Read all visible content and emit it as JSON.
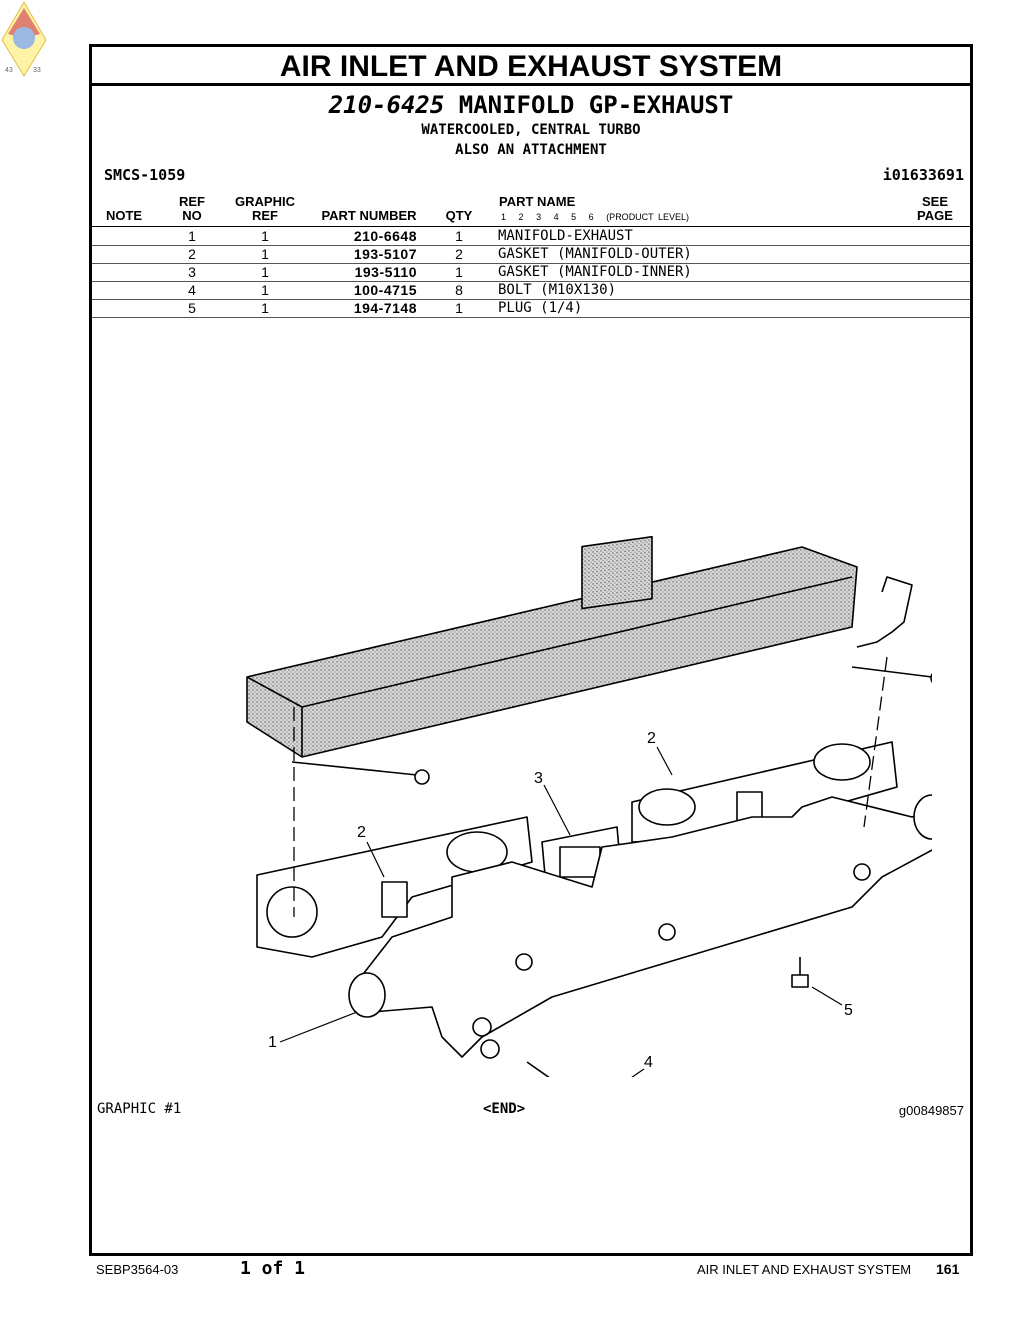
{
  "page": {
    "title": "AIR INLET AND EXHAUST SYSTEM",
    "group_number": "210-6425",
    "group_name": "MANIFOLD GP-EXHAUST",
    "subtitle_1": "WATERCOOLED, CENTRAL TURBO",
    "subtitle_2": "ALSO AN ATTACHMENT",
    "smcs": "SMCS-1059",
    "info_id": "i01633691"
  },
  "table": {
    "headers": {
      "note": "NOTE",
      "ref_1": "REF",
      "ref_2": "NO",
      "graphic_1": "GRAPHIC",
      "graphic_2": "REF",
      "part_number": "PART NUMBER",
      "qty": "QTY",
      "part_name": "PART NAME",
      "see_1": "SEE",
      "see_2": "PAGE"
    },
    "levels": [
      "1",
      "2",
      "3",
      "4",
      "5",
      "6"
    ],
    "levels_label": "(PRODUCT LEVEL)",
    "rows": [
      {
        "ref": "1",
        "graphic_ref": "1",
        "part_number": "210-6648",
        "qty": "1",
        "name": "MANIFOLD-EXHAUST"
      },
      {
        "ref": "2",
        "graphic_ref": "1",
        "part_number": "193-5107",
        "qty": "2",
        "name": "GASKET (MANIFOLD-OUTER)"
      },
      {
        "ref": "3",
        "graphic_ref": "1",
        "part_number": "193-5110",
        "qty": "1",
        "name": "GASKET (MANIFOLD-INNER)"
      },
      {
        "ref": "4",
        "graphic_ref": "1",
        "part_number": "100-4715",
        "qty": "8",
        "name": "BOLT (M10X130)"
      },
      {
        "ref": "5",
        "graphic_ref": "1",
        "part_number": "194-7148",
        "qty": "1",
        "name": "PLUG (1/4)"
      }
    ]
  },
  "drawing": {
    "callouts": [
      "1",
      "2",
      "2",
      "3",
      "4",
      "5"
    ]
  },
  "graphic": {
    "label": "GRAPHIC #1",
    "end": "<END>",
    "id": "g00849857"
  },
  "footer": {
    "doc_id": "SEBP3564-03",
    "page_count": "1 of 1",
    "section": "AIR INLET AND EXHAUST SYSTEM",
    "page_number": "161"
  },
  "logo": {
    "left_number": "43",
    "right_number": "33"
  }
}
